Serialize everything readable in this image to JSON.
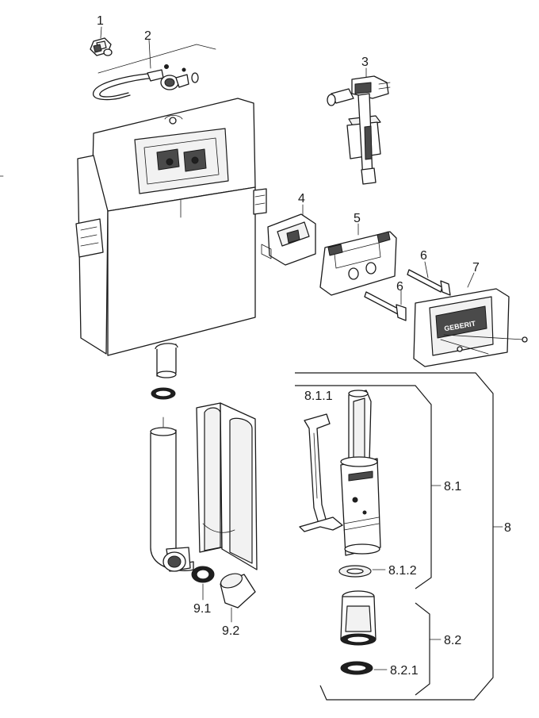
{
  "diagram": {
    "labels": {
      "p1": "1",
      "p2": "2",
      "p3": "3",
      "p4": "4",
      "p5": "5",
      "p6a": "6",
      "p6b": "6",
      "p7": "7",
      "p8": "8",
      "p8_1": "8.1",
      "p8_1_1": "8.1.1",
      "p8_1_2": "8.1.2",
      "p8_2": "8.2",
      "p8_2_1": "8.2.1",
      "p9_1": "9.1",
      "p9_2": "9.2"
    },
    "brand_logo_text": "GEBERIT",
    "parts": [
      {
        "id": "1",
        "icon": "angle-valve-icon"
      },
      {
        "id": "2",
        "icon": "supply-hose-icon"
      },
      {
        "id": "3",
        "icon": "fill-valve-icon"
      },
      {
        "id": "4",
        "icon": "bracket-icon"
      },
      {
        "id": "5",
        "icon": "mounting-plate-icon"
      },
      {
        "id": "6",
        "icon": "bolt-icon"
      },
      {
        "id": "7",
        "icon": "protective-frame-icon"
      },
      {
        "id": "8",
        "icon": "flush-valve-icon"
      },
      {
        "id": "9.1",
        "icon": "seal-ring-icon"
      },
      {
        "id": "9.2",
        "icon": "connector-sleeve-icon"
      }
    ]
  }
}
